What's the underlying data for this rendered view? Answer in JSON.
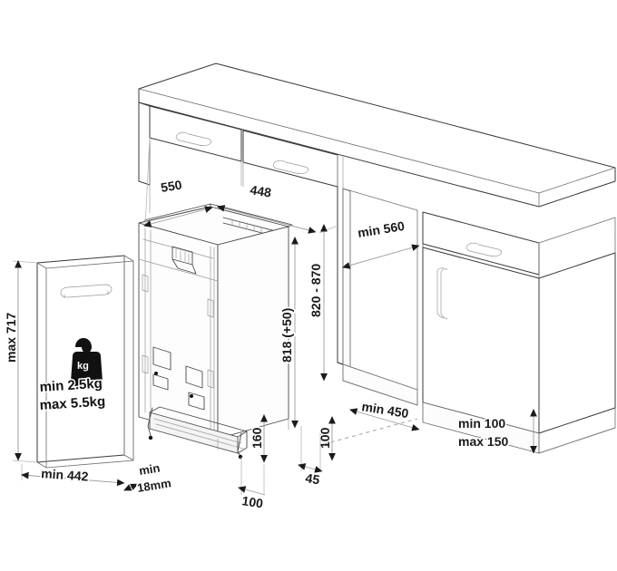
{
  "diagram": {
    "title": "Built-in slimline dishwasher installation diagram",
    "type": "isometric technical installation drawing",
    "units": "mm",
    "stroke_color": "#3a3a3a",
    "text_color": "#1a1a1a",
    "background_color": "#ffffff"
  },
  "dimensions": {
    "niche_depth_top": "550",
    "appliance_width": "448",
    "worktop_height_range": "820 - 870",
    "cabinet_depth_min": "min 560",
    "appliance_height": "818 (+50)",
    "plinth_clearance_min": "min 450",
    "plinth_height": "160",
    "plinth_recess_front": "100",
    "plinth_recess_side": "100",
    "foot_offset": "45",
    "door_height_max": "max 717",
    "door_width_min": "min 442",
    "door_thickness_min": "min",
    "door_thickness_value": "18mm",
    "plinth_depth_min": "min 100",
    "plinth_depth_max": "max 150"
  },
  "door_panel": {
    "weight_icon": "weight-kg-icon",
    "weight_icon_label": "kg",
    "weight_min": "min  2.5kg",
    "weight_max": "max 5.5kg"
  },
  "cabinetry": {
    "left_drawer_handle": "drawer-handle",
    "middle_drawer_handle": "drawer-handle",
    "right_drawer_handle": "drawer-handle",
    "right_door_handle": "door-handle-vertical"
  }
}
